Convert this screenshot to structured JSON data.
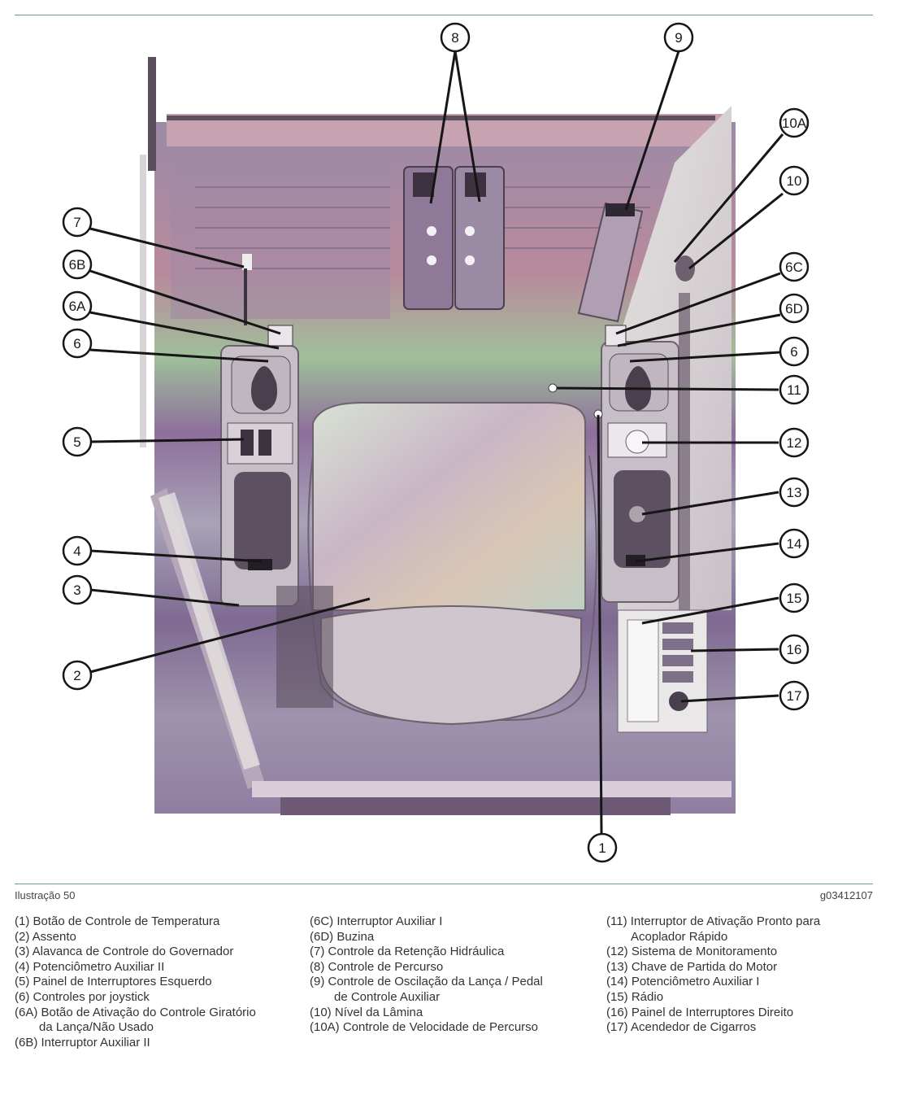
{
  "figure": {
    "callouts": [
      "8",
      "9",
      "10A",
      "10",
      "7",
      "6B",
      "6A",
      "6",
      "6C",
      "6D",
      "6",
      "11",
      "5",
      "12",
      "13",
      "4",
      "14",
      "3",
      "15",
      "16",
      "2",
      "17",
      "1"
    ]
  },
  "caption": {
    "label": "Ilustração 50",
    "code": "g03412107"
  },
  "legend": {
    "col1": [
      "(1) Botão de Controle de Temperatura",
      "(2) Assento",
      "(3) Alavanca de Controle do Governador",
      "(4) Potenciômetro Auxiliar II",
      "(5) Painel de Interruptores Esquerdo",
      "(6) Controles por joystick",
      "(6A) Botão de Ativação do Controle Giratório",
      "da Lança/Não Usado",
      "(6B) Interruptor Auxiliar II"
    ],
    "col2": [
      "(6C) Interruptor Auxiliar I",
      "(6D) Buzina",
      "(7) Controle da Retenção Hidráulica",
      "(8) Controle de Percurso",
      "(9) Controle de Oscilação da Lança / Pedal",
      "de Controle Auxiliar",
      "(10) Nível da Lâmina",
      "(10A) Controle de Velocidade de Percurso"
    ],
    "col3": [
      "(11) Interruptor de Ativação Pronto para",
      "Acoplador Rápido",
      "(12) Sistema de Monitoramento",
      "(13) Chave de Partida do Motor",
      "(14) Potenciômetro Auxiliar I",
      "(15) Rádio",
      "(16) Painel de Interruptores Direito",
      "(17) Acendedor de Cigarros"
    ]
  }
}
